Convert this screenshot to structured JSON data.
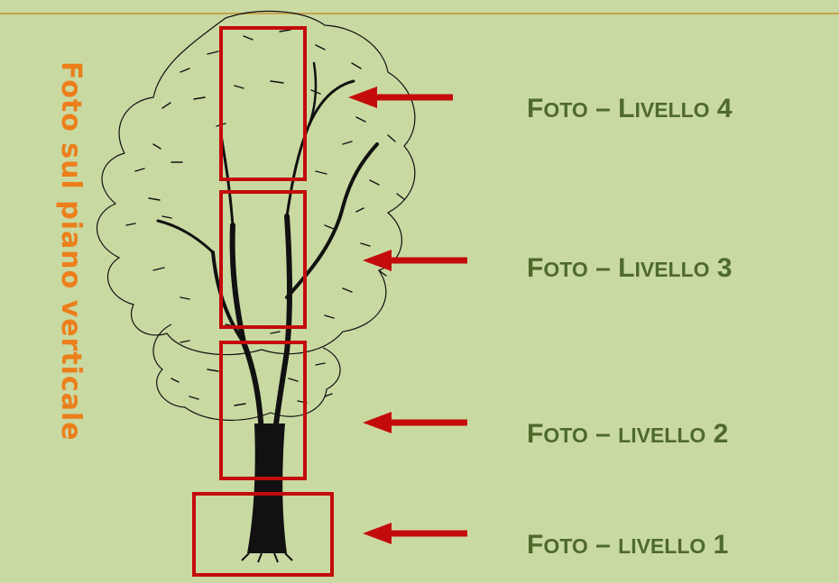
{
  "vertical_title": "Foto sul piano verticale",
  "labels": [
    {
      "id": "level-4",
      "text": "Foto – Livello 4"
    },
    {
      "id": "level-3",
      "text": "Foto – Livello 3"
    },
    {
      "id": "level-2",
      "text": "Foto – livello 2"
    },
    {
      "id": "level-1",
      "text": "Foto – livello 1"
    }
  ],
  "colors": {
    "background": "#c9d9a2",
    "title": "#ec7f1b",
    "label": "#4e6a2c",
    "frame": "#c40b0b",
    "arrow": "#c40b0b",
    "tree": "#111111"
  }
}
